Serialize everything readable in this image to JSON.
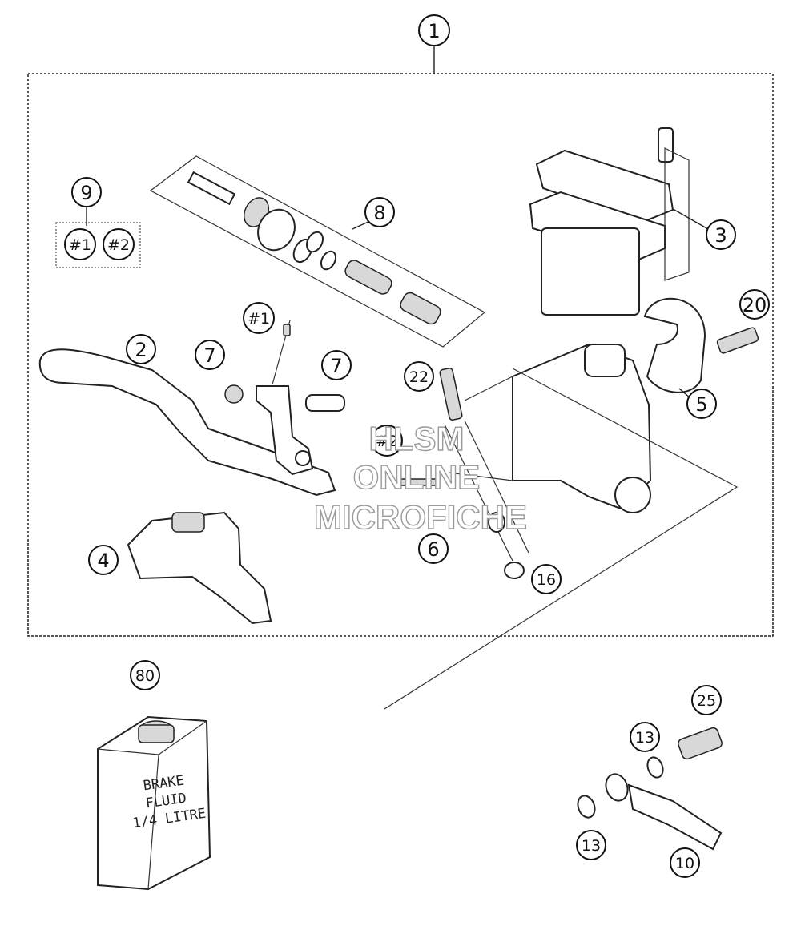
{
  "callouts": {
    "c1": "1",
    "c2": "2",
    "c3": "3",
    "c4": "4",
    "c5": "5",
    "c6": "6",
    "c7a": "7",
    "c7b": "7",
    "c8": "8",
    "c9": "9",
    "c10": "10",
    "c13a": "13",
    "c13b": "13",
    "c16": "16",
    "c20": "20",
    "c22": "22",
    "c25": "25",
    "c80": "80",
    "k1": "#1",
    "k2": "#2",
    "k1b": "#1",
    "k2b": "#2"
  },
  "bottle": {
    "line1": "BRAKE",
    "line2": "FLUID",
    "line3": "1/4 LITRE"
  },
  "watermark": {
    "line1": "HLSM",
    "line2": "ONLINE",
    "line3": "MICROFICHE"
  },
  "colors": {
    "ink": "#222222",
    "background": "#ffffff",
    "watermark_stroke": "#9a9a9a"
  }
}
